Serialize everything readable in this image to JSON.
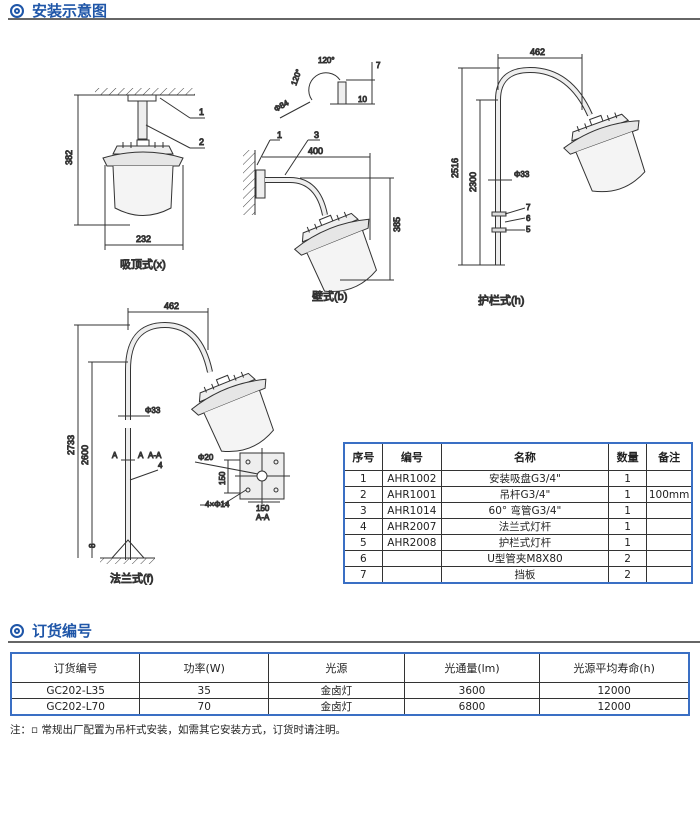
{
  "sections": {
    "install_title": "安装示意图",
    "order_title": "订货编号"
  },
  "drawings": {
    "ceiling": {
      "caption": "吸顶式(x)",
      "dim_height": "382",
      "dim_width": "232",
      "callouts": [
        "1",
        "2"
      ]
    },
    "bracket": {
      "angle1": "120°",
      "angle2": "120°",
      "diameter": "Φ84",
      "dim_a": "7",
      "dim_b": "10"
    },
    "wall": {
      "caption": "壁式(b)",
      "dim_width": "400",
      "dim_height": "385",
      "callouts": [
        "1",
        "3"
      ]
    },
    "guardrail": {
      "caption": "护栏式(h)",
      "dim_width": "462",
      "dim_total": "2516",
      "dim_pole": "2300",
      "pipe": "Φ33",
      "callouts": [
        "7",
        "6",
        "5"
      ]
    },
    "flange": {
      "caption": "法兰式(f)",
      "dim_width": "462",
      "dim_total": "2733",
      "dim_pole": "2600",
      "pipe": "Φ33",
      "section_mark": "A",
      "section_label": "A-A",
      "callout": "4",
      "base": "8"
    },
    "flange_plate": {
      "hole": "Φ20",
      "dim_v": "150",
      "dim_h": "150",
      "bolts": "4×Φ14",
      "label": "A-A"
    }
  },
  "parts_table": {
    "headers": [
      "序号",
      "编号",
      "名称",
      "数量",
      "备注"
    ],
    "rows": [
      [
        "1",
        "AHR1002",
        "安装吸盘G3/4\"",
        "1",
        ""
      ],
      [
        "2",
        "AHR1001",
        "吊杆G3/4\"",
        "1",
        "100mm"
      ],
      [
        "3",
        "AHR1014",
        "60°  弯管G3/4\"",
        "1",
        ""
      ],
      [
        "4",
        "AHR2007",
        "法兰式灯杆",
        "1",
        ""
      ],
      [
        "5",
        "AHR2008",
        "护栏式灯杆",
        "1",
        ""
      ],
      [
        "6",
        "",
        "U型管夹M8X80",
        "2",
        ""
      ],
      [
        "7",
        "",
        "挡板",
        "2",
        ""
      ]
    ]
  },
  "order_table": {
    "headers": [
      "订货编号",
      "功率(W)",
      "光源",
      "光通量(lm)",
      "光源平均寿命(h)"
    ],
    "rows": [
      [
        "GC202-L35",
        "35",
        "金卤灯",
        "3600",
        "12000"
      ],
      [
        "GC202-L70",
        "70",
        "金卤灯",
        "6800",
        "12000"
      ]
    ]
  },
  "note": "注：▫ 常规出厂配置为吊杆式安装，如需其它安装方式，订货时请注明。"
}
